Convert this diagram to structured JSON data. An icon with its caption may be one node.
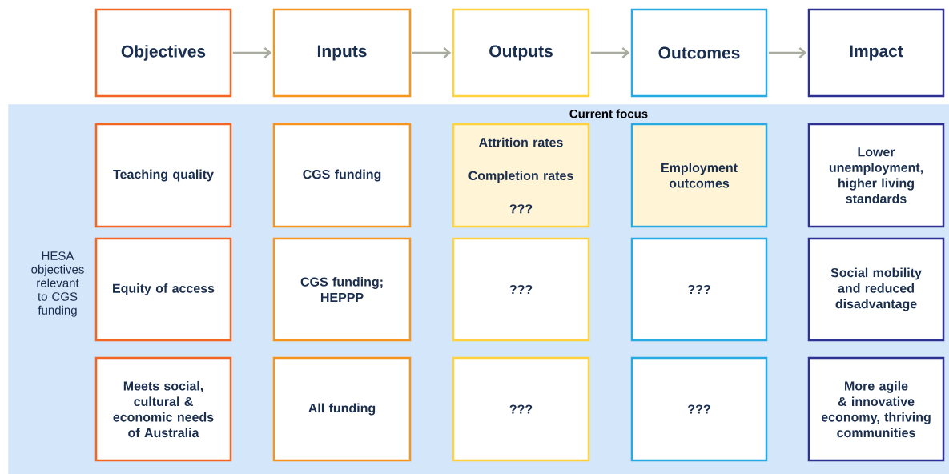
{
  "diagram": {
    "nodes": [
      {
        "text": [
          "Objectives"
        ]
      },
      {
        "text": [
          "Inputs"
        ]
      },
      {
        "text": [
          "Outputs"
        ]
      },
      {
        "text": [
          "Outcomes"
        ]
      },
      {
        "text": [
          "Impact"
        ]
      },
      {
        "text": [
          "Current focus",
          "HESA objectives relevant to CGS funding"
        ]
      },
      {
        "text": [
          "Teaching quality"
        ],
        "in": 5
      },
      {
        "text": [
          "CGS funding"
        ],
        "in": 5
      },
      {
        "text": [
          "Attrition rates",
          "Completion rates",
          "???"
        ],
        "in": 5
      },
      {
        "text": [
          "Employment outcomes"
        ],
        "in": 5
      },
      {
        "text": [
          "Lower unemployment, higher living standards"
        ],
        "in": 5
      },
      {
        "text": [
          "Equity of access"
        ],
        "in": 5
      },
      {
        "text": [
          "CGS funding; HEPPP"
        ],
        "in": 5
      },
      {
        "text": [
          "???"
        ],
        "in": 5
      },
      {
        "text": [
          "???"
        ],
        "in": 5
      },
      {
        "text": [
          "Social mobility and reduced disadvantage"
        ],
        "in": 5
      },
      {
        "text": [
          "Meets social, cultural & economic needs of Australia"
        ],
        "in": 5
      },
      {
        "text": [
          "All funding"
        ],
        "in": 5
      },
      {
        "text": [
          "???"
        ],
        "in": 5
      },
      {
        "text": [
          "???"
        ],
        "in": 5
      },
      {
        "text": [
          "More agile & innovative economy, thriving communities"
        ],
        "in": 5
      }
    ],
    "edges": [
      {
        "from": 0,
        "to": 1,
        "arrow": "to"
      },
      {
        "from": 1,
        "to": 2,
        "arrow": "to"
      },
      {
        "from": 2,
        "to": 3,
        "arrow": "to"
      },
      {
        "from": 3,
        "to": 4,
        "arrow": "to"
      }
    ]
  }
}
